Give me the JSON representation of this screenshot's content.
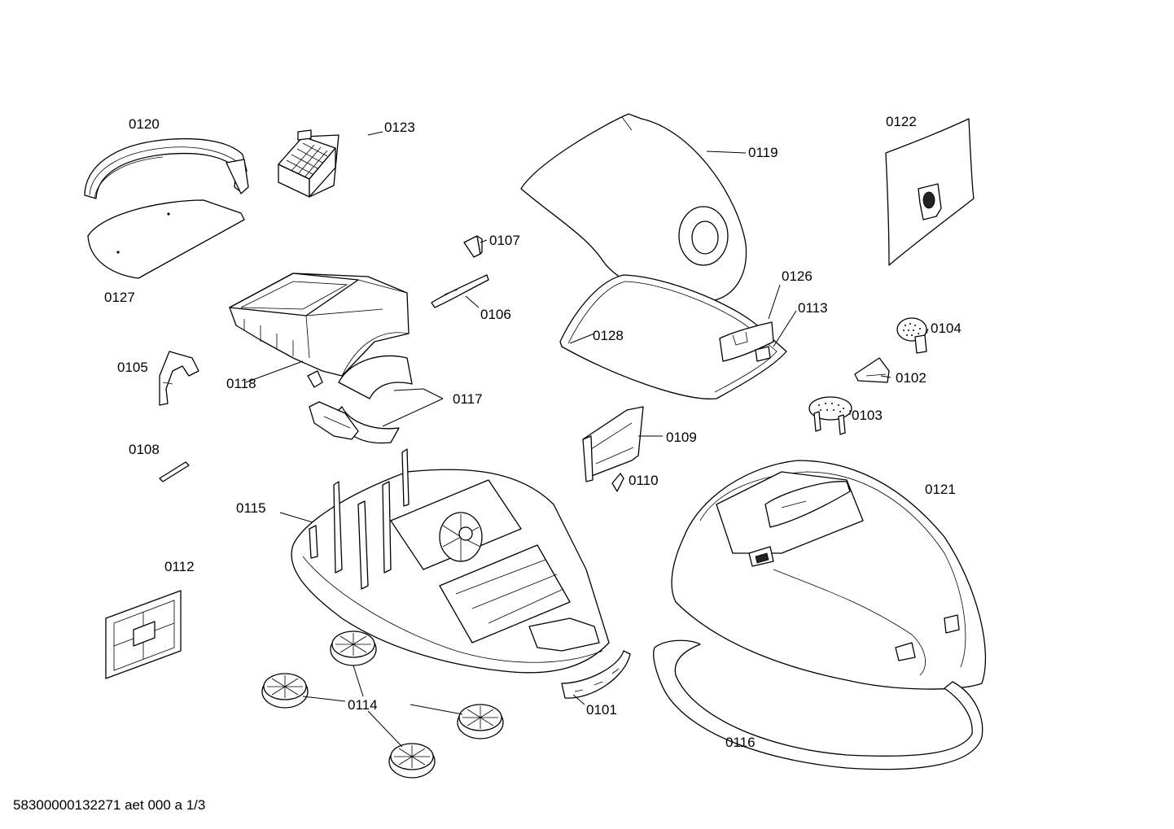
{
  "diagram": {
    "labels": {
      "p0120": "0120",
      "p0123": "0123",
      "p0127": "0127",
      "p0118": "0118",
      "p0105": "0105",
      "p0108": "0108",
      "p0117": "0117",
      "p0115": "0115",
      "p0112": "0112",
      "p0114": "0114",
      "p0101": "0101",
      "p0107": "0107",
      "p0106": "0106",
      "p0119": "0119",
      "p0128": "0128",
      "p0126": "0126",
      "p0113": "0113",
      "p0122": "0122",
      "p0104": "0104",
      "p0102": "0102",
      "p0103": "0103",
      "p0109": "0109",
      "p0110": "0110",
      "p0121": "0121",
      "p0116": "0116"
    },
    "footer": "58300000132271 aet 000 a 1/3"
  }
}
